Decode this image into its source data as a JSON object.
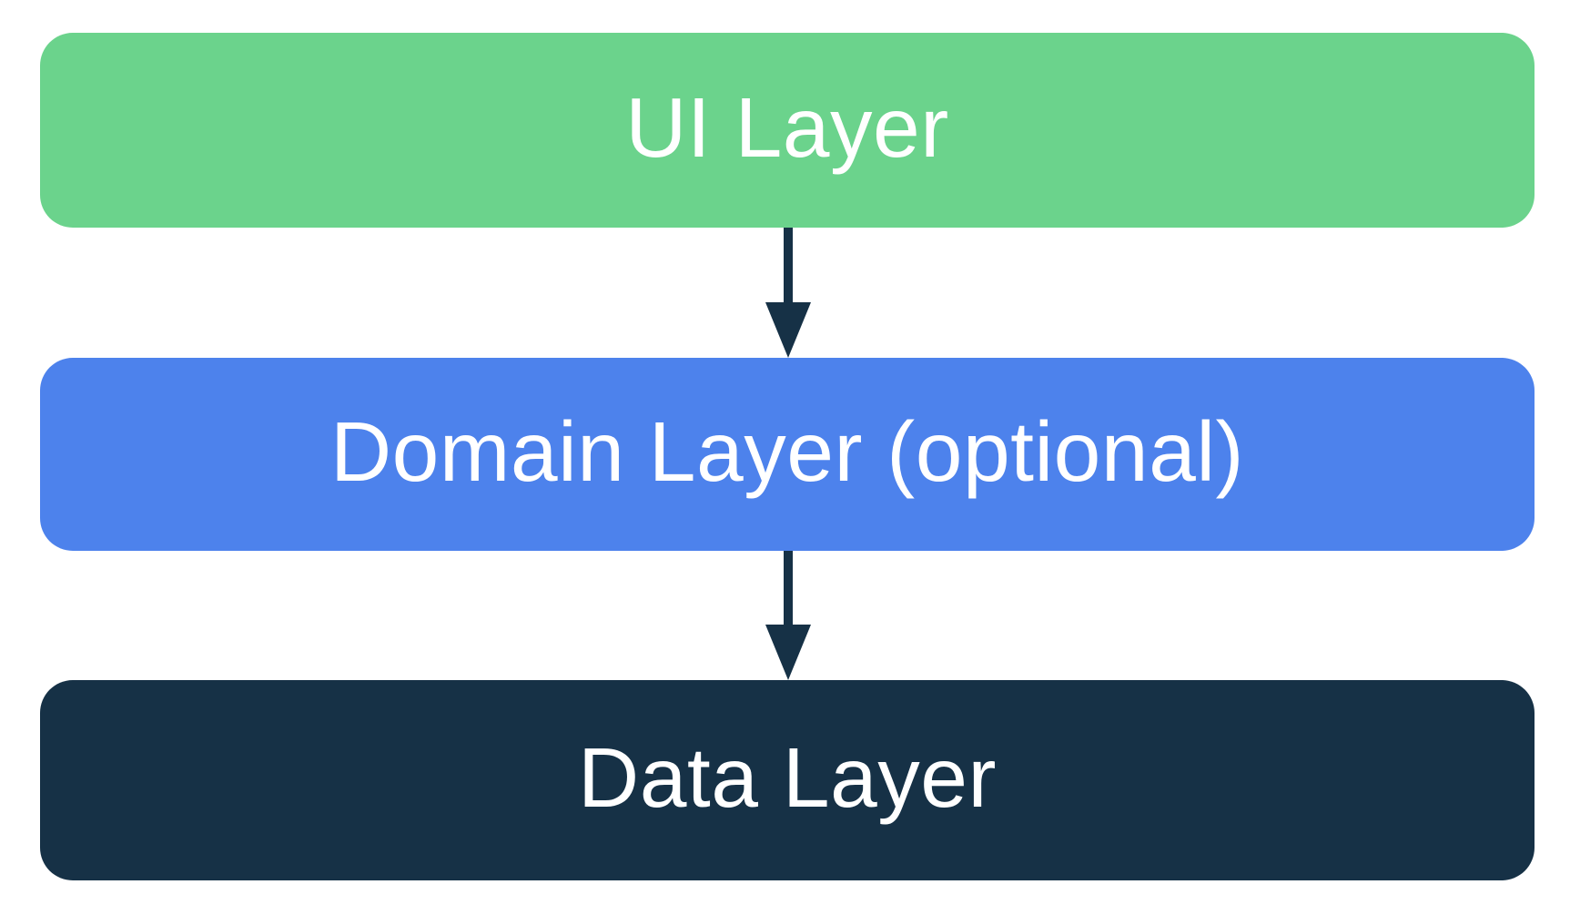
{
  "diagram": {
    "kind": "layered-architecture",
    "layers": [
      {
        "id": "ui",
        "label": "UI Layer",
        "color": "#6bd38c",
        "text_color": "#ffffff"
      },
      {
        "id": "domain",
        "label": "Domain Layer (optional)",
        "color": "#4d82ec",
        "text_color": "#ffffff"
      },
      {
        "id": "data",
        "label": "Data Layer",
        "color": "#163146",
        "text_color": "#ffffff"
      }
    ],
    "arrows": [
      {
        "from": "ui",
        "to": "domain",
        "direction": "down"
      },
      {
        "from": "domain",
        "to": "data",
        "direction": "down"
      }
    ],
    "colors": {
      "arrow": "#163146",
      "background": "#ffffff"
    }
  }
}
